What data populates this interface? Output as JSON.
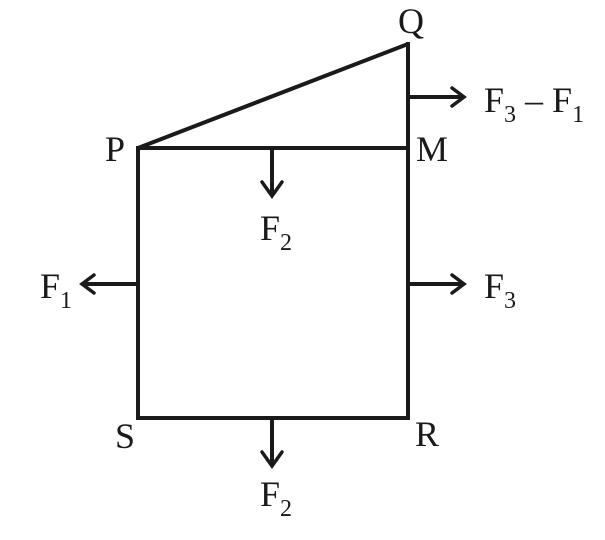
{
  "vertices": {
    "P": "P",
    "Q": "Q",
    "M": "M",
    "S": "S",
    "R": "R"
  },
  "forces": {
    "f2_top": {
      "base": "F",
      "sub": "2"
    },
    "f2_bottom": {
      "base": "F",
      "sub": "2"
    },
    "f1": {
      "base": "F",
      "sub": "1"
    },
    "f3": {
      "base": "F",
      "sub": "3"
    },
    "f3_minus_f1": {
      "base": "F",
      "sub": "3",
      "op": " – ",
      "base2": "F",
      "sub2": "1"
    }
  },
  "colors": {
    "ink": "#1a1a1a"
  }
}
